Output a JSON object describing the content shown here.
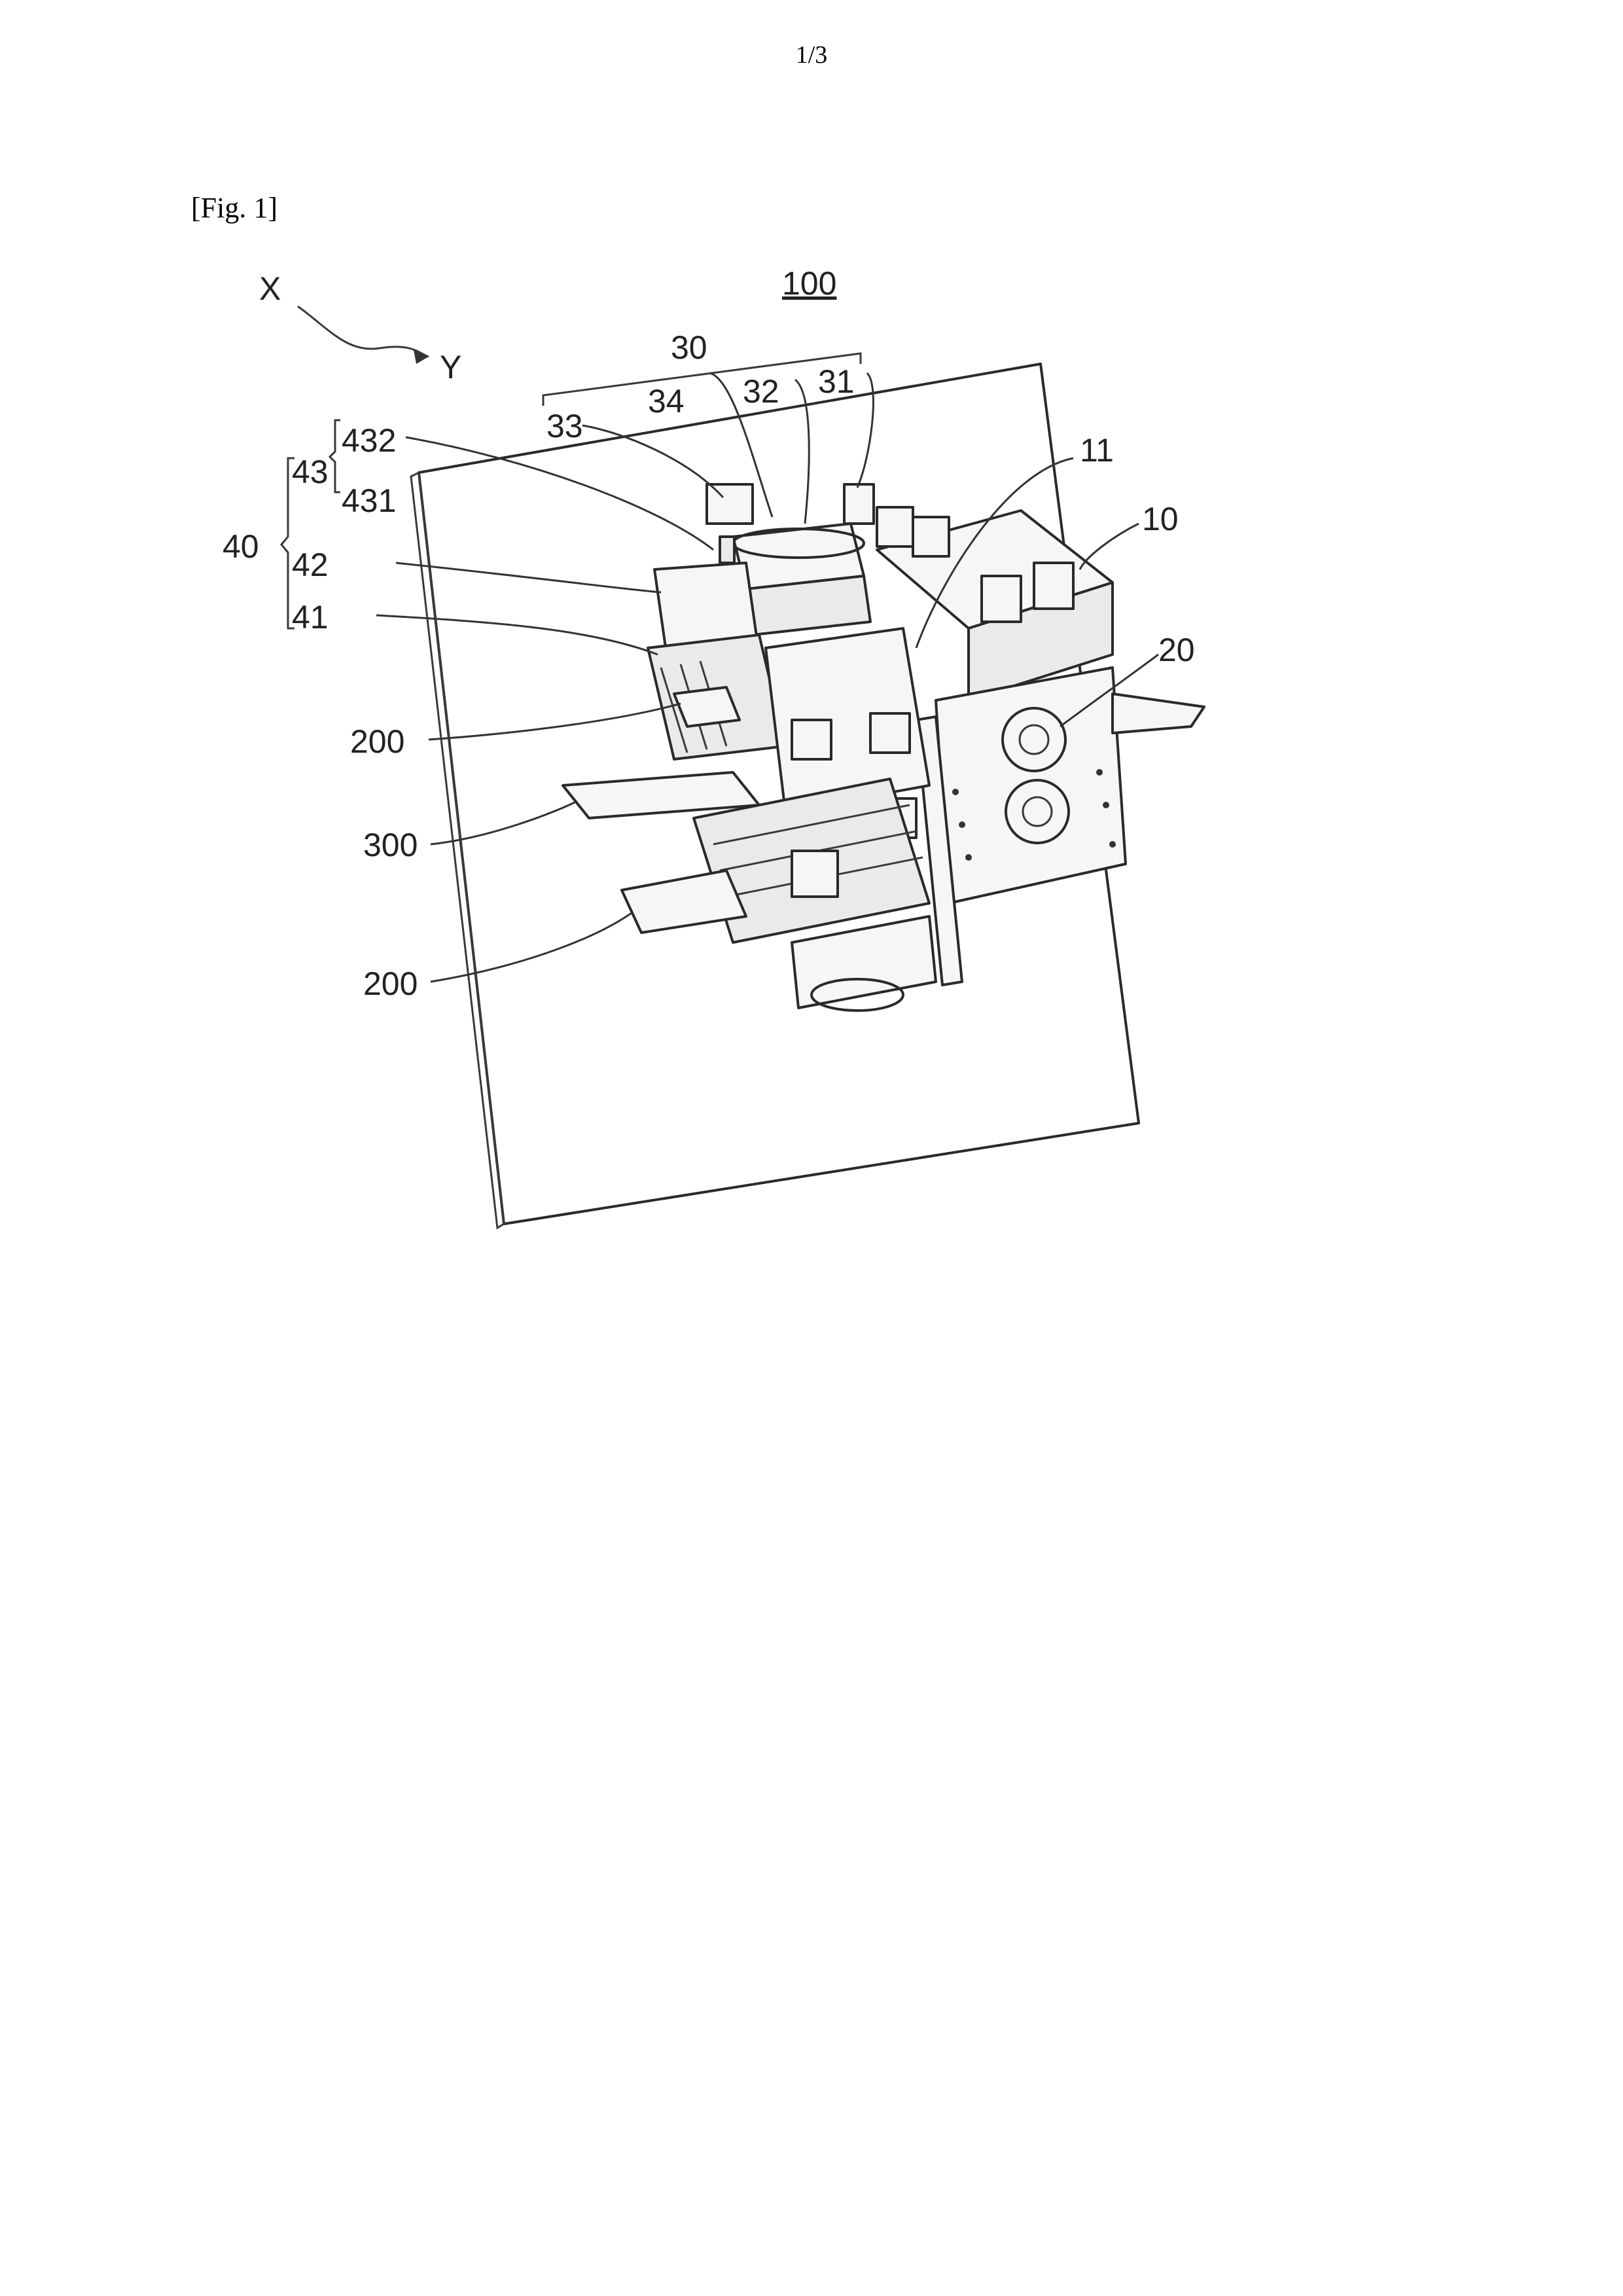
{
  "page_number": "1/3",
  "figure_label": "[Fig. 1]",
  "axis": {
    "x": "X",
    "y": "Y"
  },
  "labels": {
    "l100": "100",
    "l30": "30",
    "l34": "34",
    "l32": "32",
    "l31": "31",
    "l33": "33",
    "l11": "11",
    "l10": "10",
    "l432": "432",
    "l431": "431",
    "l43": "43",
    "l40": "40",
    "l42": "42",
    "l41": "41",
    "l20": "20",
    "l200a": "200",
    "l300": "300",
    "l200b": "200"
  }
}
